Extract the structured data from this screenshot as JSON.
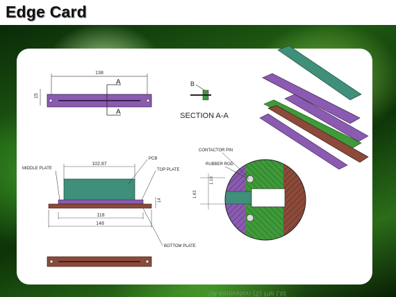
{
  "slide": {
    "title": "Edge Card"
  },
  "drawing": {
    "top_view": {
      "width_dim": "138",
      "height_dim": "15",
      "section_marker": "A"
    },
    "section": {
      "title": "SECTION A-A",
      "detail_marker": "B"
    },
    "front_view": {
      "dim_pcb_width": "102.87",
      "dim_inner": "118",
      "dim_overall": "148",
      "dim_height": "14",
      "labels": {
        "middle_plate": "MIDDLE PLATE",
        "pcb": "PCB",
        "top_plate": "TOP PLATE",
        "bottom_plate": "BOTTOM PLATE"
      }
    },
    "detail": {
      "contactor_pin": "CONTACTOR PIN",
      "rubber_rod": "RUBBER ROD",
      "dim_a": "1.10",
      "dim_b": "1.63"
    },
    "colors": {
      "plate_purple": "#8a5bb0",
      "plate_brown": "#8b4a3a",
      "pcb_teal": "#3f8f7a",
      "green": "#3f9a3a"
    }
  },
  "footer_reflection": "VA Innovation (S) Pte Ltd"
}
